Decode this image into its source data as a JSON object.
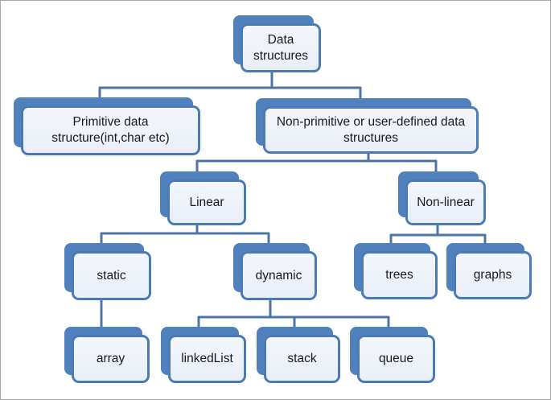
{
  "diagram": {
    "type": "hierarchy-tree",
    "colors": {
      "shape_accent": "#5081bd",
      "shape_border": "#4b7bb5",
      "shape_fill_light": "#eef2f9",
      "connector": "#4d74a5",
      "text": "#1a1a1a",
      "frame_border": "#a8a8a8",
      "background": "#ffffff"
    },
    "nodes": {
      "root": {
        "label": "Data structures"
      },
      "primitive": {
        "label": "Primitive data structure(int,char etc)"
      },
      "nonprimitive": {
        "label": "Non-primitive or user-defined data structures"
      },
      "linear": {
        "label": "Linear"
      },
      "nonlinear": {
        "label": "Non-linear"
      },
      "static": {
        "label": "static"
      },
      "dynamic": {
        "label": "dynamic"
      },
      "trees": {
        "label": "trees"
      },
      "graphs": {
        "label": "graphs"
      },
      "array": {
        "label": "array"
      },
      "linkedlist": {
        "label": "linkedList"
      },
      "stack": {
        "label": "stack"
      },
      "queue": {
        "label": "queue"
      }
    },
    "hierarchy": {
      "label": "Data structures",
      "children": [
        {
          "label": "Primitive data structure(int,char etc)",
          "children": []
        },
        {
          "label": "Non-primitive or user-defined data structures",
          "children": [
            {
              "label": "Linear",
              "children": [
                {
                  "label": "static",
                  "children": [
                    {
                      "label": "array",
                      "children": []
                    }
                  ]
                },
                {
                  "label": "dynamic",
                  "children": [
                    {
                      "label": "linkedList",
                      "children": []
                    },
                    {
                      "label": "stack",
                      "children": []
                    },
                    {
                      "label": "queue",
                      "children": []
                    }
                  ]
                }
              ]
            },
            {
              "label": "Non-linear",
              "children": [
                {
                  "label": "trees",
                  "children": []
                },
                {
                  "label": "graphs",
                  "children": []
                }
              ]
            }
          ]
        }
      ]
    }
  }
}
